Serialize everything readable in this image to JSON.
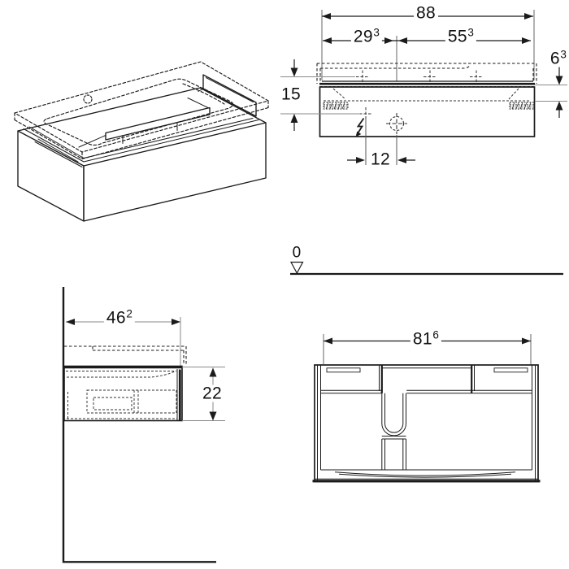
{
  "drawing": {
    "type": "technical-dimension-drawing",
    "subject": "washbasin-cabinet",
    "views": {
      "isometric": "isometric overview with hidden washbasin (dashed)",
      "front_top": "front view with mounting dimensions",
      "side": "side section view",
      "front_bottom": "front view of cabinet carcass"
    }
  },
  "labels": {
    "d88": {
      "value": "88"
    },
    "d29": {
      "value": "29",
      "sup": "3"
    },
    "d55": {
      "value": "55",
      "sup": "3"
    },
    "d63": {
      "value": "6",
      "sup": "3"
    },
    "d15": {
      "value": "15"
    },
    "d12": {
      "value": "12"
    },
    "datum": {
      "value": "0"
    },
    "d46": {
      "value": "46",
      "sup": "2"
    },
    "d22": {
      "value": "22"
    },
    "d81": {
      "value": "81",
      "sup": "6"
    }
  },
  "colors": {
    "line": "#1b1b1b",
    "reference_line": "#8a8a8a",
    "symbol": "#333333",
    "background": "#ffffff"
  }
}
